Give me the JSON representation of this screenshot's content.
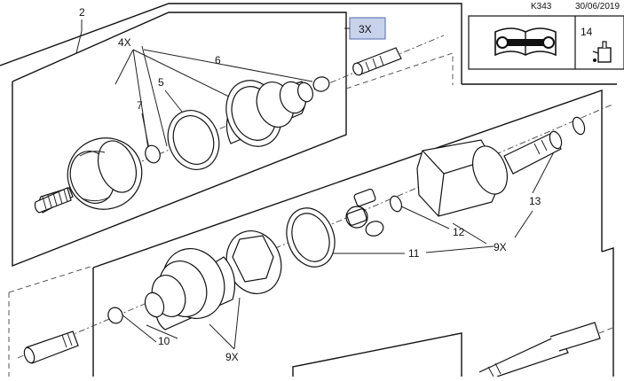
{
  "header": {
    "code": "K343",
    "date": "30/06/2019",
    "ref_number": "14"
  },
  "icons": {
    "manual": "book-wrench-icon",
    "oil": "oil-can-icon"
  },
  "callouts": {
    "c2": "2",
    "c3x": "3X",
    "c4x": "4X",
    "c6": "6",
    "c5": "5",
    "c7": "7",
    "c13": "13",
    "c12": "12",
    "c9x_right": "9X",
    "c11": "11",
    "c10": "10",
    "c9x_bottom": "9X"
  },
  "colors": {
    "highlight_fill": "#c8d2ea",
    "highlight_border": "#6a7fb8"
  }
}
